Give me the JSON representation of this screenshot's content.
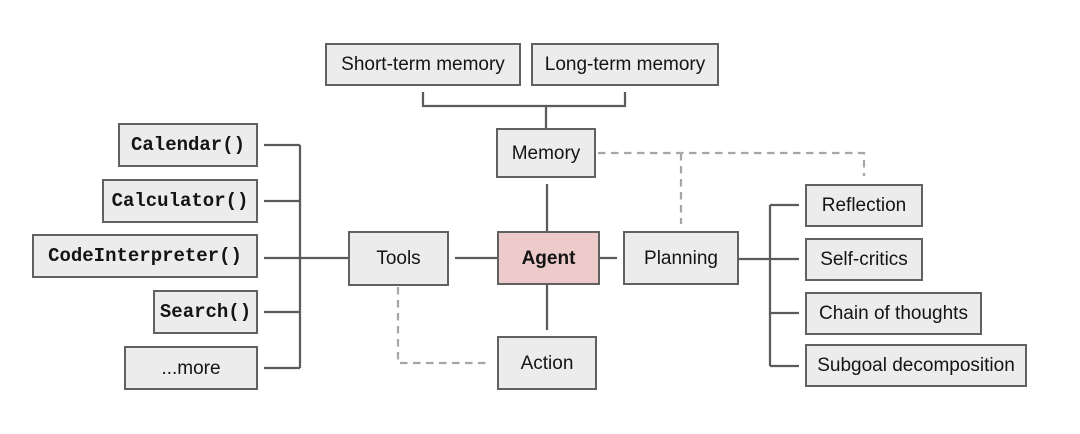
{
  "core_nodes": {
    "agent": "Agent",
    "memory": "Memory",
    "tools": "Tools",
    "planning": "Planning",
    "action": "Action"
  },
  "memory_types": [
    "Short-term memory",
    "Long-term memory"
  ],
  "tool_items": [
    "Calendar()",
    "Calculator()",
    "CodeInterpreter()",
    "Search()",
    "...more"
  ],
  "planning_techniques": [
    "Reflection",
    "Self-critics",
    "Chain of thoughts",
    "Subgoal decomposition"
  ],
  "colors": {
    "node_fill": "#ececec",
    "node_border": "#616161",
    "agent_fill": "#edcbcb",
    "solid_connector": "#5b5b5b",
    "dashed_connector": "#a6a6a6",
    "text_color": "#141414"
  }
}
